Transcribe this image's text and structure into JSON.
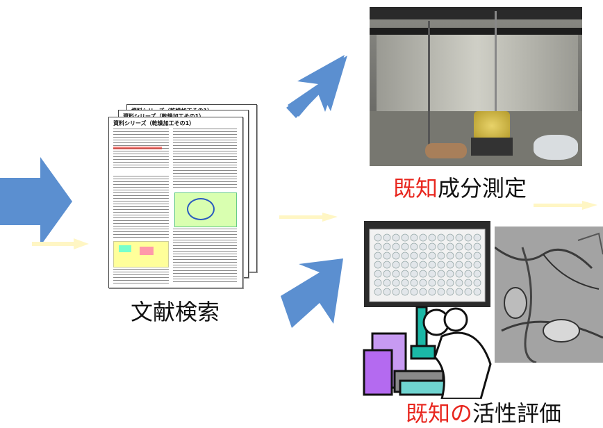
{
  "labels": {
    "literature_search": "文献検索",
    "known_component_measurement": {
      "highlight": "既知",
      "rest": "成分測定"
    },
    "known_activity_evaluation": {
      "highlight": "既知の",
      "rest": "活性評価"
    }
  },
  "document_stack": {
    "page_titles": [
      "資料シリーズ（乾燥加工その1）",
      "資料シリーズ（乾燥加工その1）",
      "資料シリーズ（乾燥加工その1）"
    ]
  },
  "colors": {
    "arrow_blue": "#5b8fd0",
    "faint_arrow": "#fffbd0",
    "highlight_red": "#e8261e"
  }
}
